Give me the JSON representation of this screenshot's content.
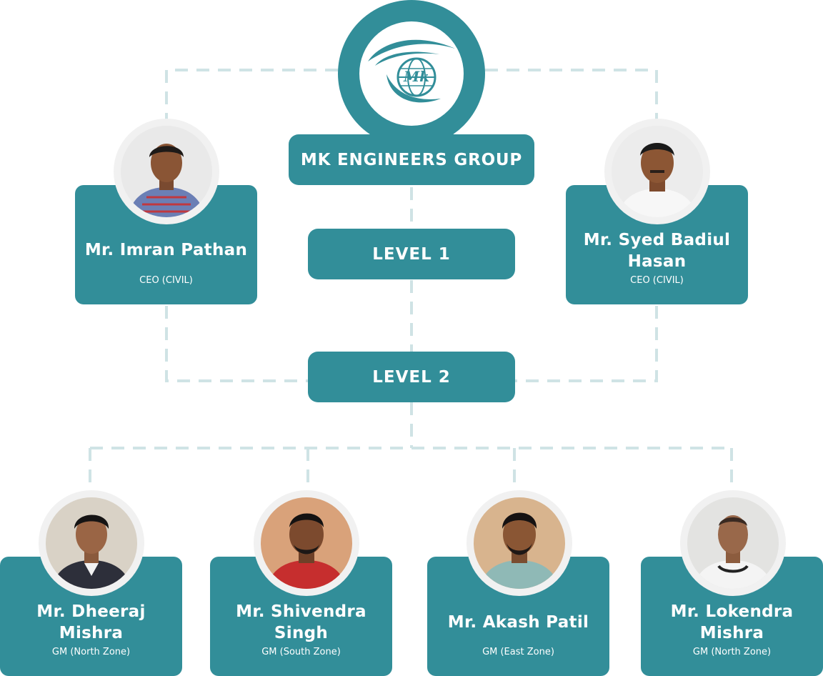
{
  "company": {
    "name": "MK ENGINEERS GROUP",
    "logo_icon": "mk-globe-eye-logo"
  },
  "levels": [
    {
      "label": "LEVEL 1"
    },
    {
      "label": "LEVEL 2"
    }
  ],
  "level1_people": [
    {
      "name": "Mr. Imran Pathan",
      "role": "CEO (CIVIL)"
    },
    {
      "name": "Mr. Syed Badiul Hasan",
      "role": "CEO (CIVIL)"
    }
  ],
  "level2_people": [
    {
      "name": "Mr. Dheeraj Mishra",
      "role": "GM (North Zone)"
    },
    {
      "name": "Mr. Shivendra Singh",
      "role": "GM (South Zone)"
    },
    {
      "name": "Mr. Akash Patil",
      "role": "GM (East Zone)"
    },
    {
      "name": "Mr. Lokendra Mishra",
      "role": "GM (North Zone)"
    }
  ],
  "colors": {
    "primary": "#328e99",
    "connector": "#cfe3e5",
    "photo_ring": "#f1f1f1"
  }
}
